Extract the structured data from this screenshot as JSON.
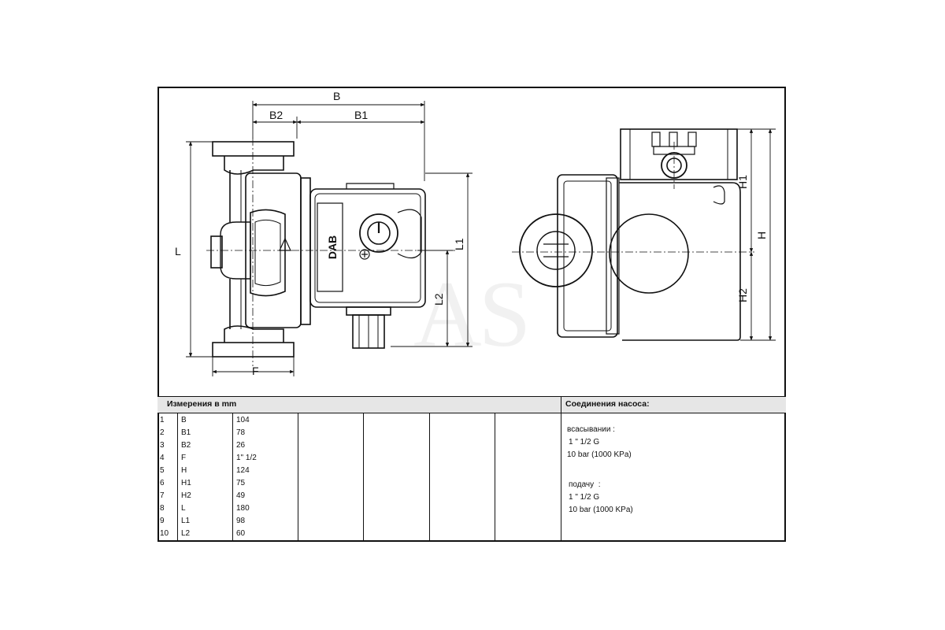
{
  "drawing": {
    "dim_labels": {
      "B": "B",
      "B1": "B1",
      "B2": "B2",
      "F": "F",
      "L": "L",
      "L1": "L1",
      "L2": "L2",
      "H": "H",
      "H1": "H1",
      "H2": "H2"
    },
    "brand": "DAB",
    "watermark": "AS"
  },
  "table": {
    "left_header": "Измерения в  mm",
    "right_header": "Соединения насоса:",
    "rows": [
      {
        "n": "1",
        "name": "B",
        "value": "104"
      },
      {
        "n": "2",
        "name": "B1",
        "value": "78"
      },
      {
        "n": "3",
        "name": "B2",
        "value": "26"
      },
      {
        "n": "4",
        "name": "F",
        "value": "1\" 1/2"
      },
      {
        "n": "5",
        "name": "H",
        "value": "124"
      },
      {
        "n": "6",
        "name": "H1",
        "value": "75"
      },
      {
        "n": "7",
        "name": "H2",
        "value": "49"
      },
      {
        "n": "8",
        "name": "L",
        "value": "180"
      },
      {
        "n": "9",
        "name": "L1",
        "value": "98"
      },
      {
        "n": "10",
        "name": "L2",
        "value": "60"
      }
    ],
    "connections": {
      "suction_label": "всасывании :",
      "suction_size": "1 \" 1/2 G",
      "suction_pressure": "10 bar (1000 KPa)",
      "discharge_label": "подачу  :",
      "discharge_size": "1 \" 1/2 G",
      "discharge_pressure": "10 bar (1000 KPa)"
    }
  }
}
